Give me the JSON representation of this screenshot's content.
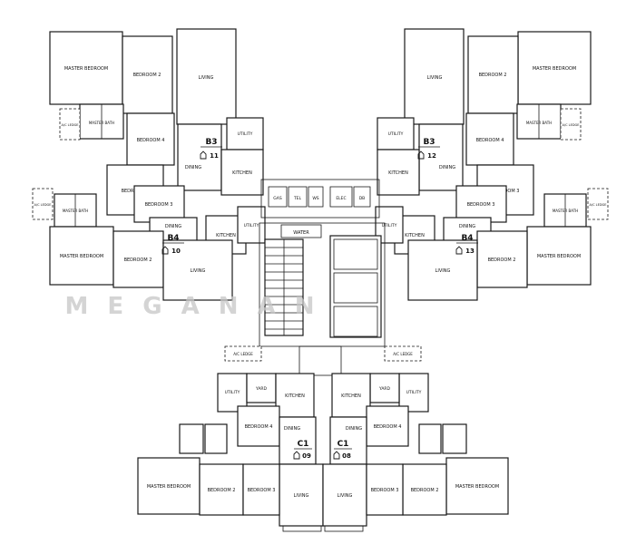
{
  "watermark": "M E G A N    A N",
  "room_labels": {
    "master_bedroom": "MASTER BEDROOM",
    "bedroom_2": "BEDROOM 2",
    "bedroom_3": "BEDROOM 3",
    "bedroom_4": "BEDROOM 4",
    "living": "LIVING",
    "dining": "DINING",
    "kitchen": "KITCHEN",
    "utility": "UTILITY",
    "yard": "YARD",
    "master_bath": "MASTER BATH",
    "ac_ledge": "A/C LEDGE"
  },
  "core": {
    "gas": "GAS",
    "tel": "TEL",
    "ws": "WS",
    "elec": "ELEC",
    "db": "DB",
    "water": "WATER"
  },
  "units": {
    "b3_11": {
      "type": "B3",
      "number": "11"
    },
    "b4_10": {
      "type": "B4",
      "number": "10"
    },
    "b3_12": {
      "type": "B3",
      "number": "12"
    },
    "b4_13": {
      "type": "B4",
      "number": "13"
    },
    "c1_09": {
      "type": "C1",
      "number": "09"
    },
    "c1_08": {
      "type": "C1",
      "number": "08"
    }
  }
}
